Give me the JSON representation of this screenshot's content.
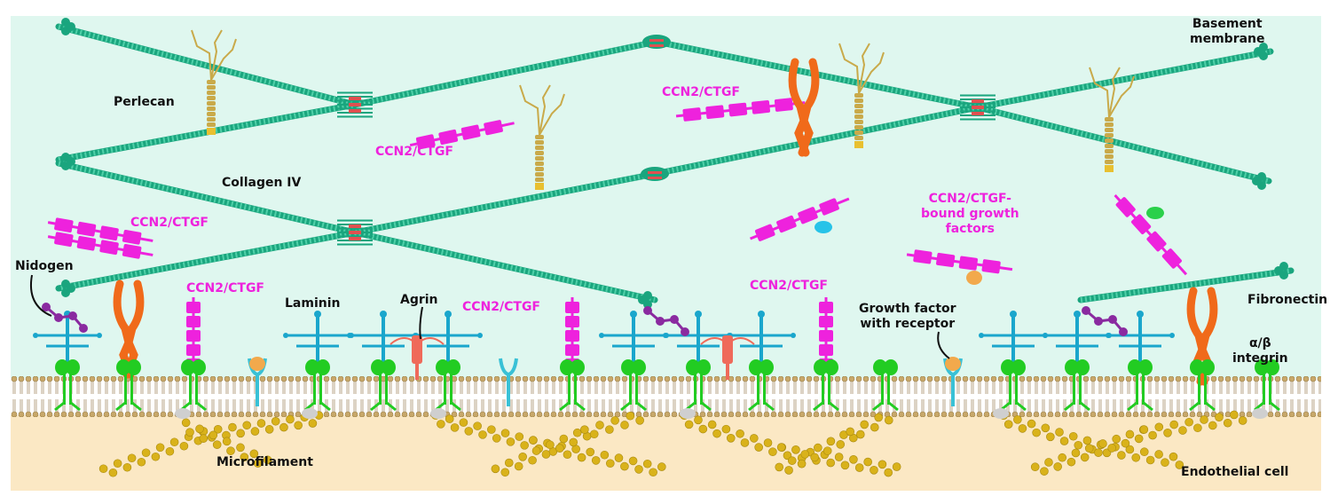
{
  "colors": {
    "basement_bg": "#dff7ef",
    "cytoplasm": "#fbe8c4",
    "collagen": "#1aa57e",
    "collagen_light": "#4fd0a8",
    "ctgf": "#ee22dd",
    "integrin": "#22cc22",
    "laminin": "#1aa6cc",
    "perlecan": "#c9aa4a",
    "nidogen": "#8a2aa0",
    "fibronectin": "#f06a1a",
    "agrin": "#ef6a5a",
    "actin": "#d9b21a",
    "receptor": "#39c1d6",
    "growth_factor": "#f2a94c",
    "bound_factor_cyan": "#27c3e8",
    "bound_factor_green": "#2ad04a",
    "membrane_head": "#c8a86a"
  },
  "labels": {
    "basement_membrane": [
      "Basement",
      "membrane"
    ],
    "perlecan": "Perlecan",
    "collagen_iv": "Collagen IV",
    "nidogen": "Nidogen",
    "laminin": "Laminin",
    "agrin": "Agrin",
    "growth_factor_receptor": [
      "Growth factor",
      "with receptor"
    ],
    "fibronectin": "Fibronectin",
    "integrin": [
      "α/β",
      "integrin"
    ],
    "microfilament": "Microfilament",
    "endothelial_cell": "Endothelial cell",
    "ctgf_bound": [
      "CCN2/CTGF-",
      "bound growth",
      "factors"
    ],
    "ctgf": [
      "CCN2/CTGF",
      "CCN2/CTGF",
      "CCN2/CTGF",
      "CCN2/CTGF",
      "CCN2/CTGF",
      "CCN2/CTGF"
    ]
  }
}
